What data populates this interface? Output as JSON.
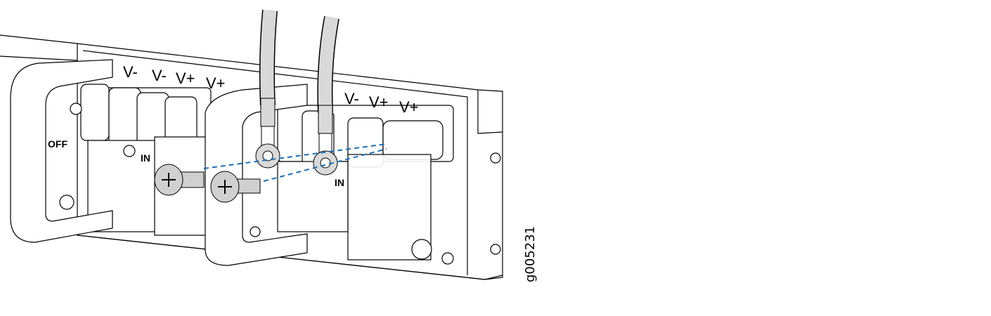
{
  "figure_id": "g005231",
  "left_module": {
    "terminal_labels": [
      "V-",
      "V-",
      "V+",
      "V+"
    ],
    "switch_label": "OFF",
    "input_label": "IN"
  },
  "right_module": {
    "terminal_labels": [
      "V-",
      "V+",
      "V+"
    ],
    "input_label": "IN"
  },
  "colors": {
    "guide_line": "#1f6fb5",
    "cable": "#d9d9d9",
    "screw": "#d0d0d0"
  }
}
